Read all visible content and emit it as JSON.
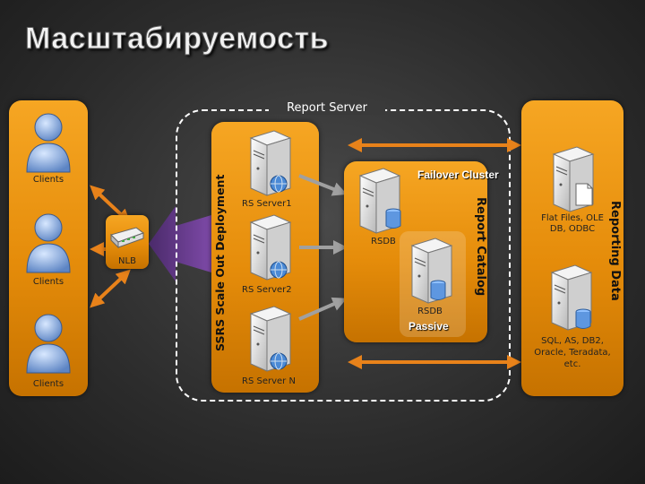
{
  "title": "Масштабируемость",
  "report_server_label": "Report Server",
  "clients": {
    "label_1": "Clients",
    "label_2": "Clients",
    "label_3": "Clients"
  },
  "nlb_label": "NLB",
  "ssrs_label": "SSRS Scale Out Deployment",
  "rs_servers": {
    "server_1": "RS Server1",
    "server_2": "RS Server2",
    "server_n": "RS Server N"
  },
  "catalog": {
    "title": "Report Catalog",
    "failover": "Failover Cluster",
    "rsdb_active": "RSDB",
    "rsdb_passive": "RSDB",
    "passive": "Passive"
  },
  "reporting_data": {
    "title": "Reporting Data",
    "flat_files": "Flat Files, OLE DB, ODBC",
    "sql_sources": "SQL, AS, DB2, Oracle, Teradata, etc."
  },
  "colors": {
    "panel_orange": "#f0a020",
    "dashed_border": "#ffffff",
    "arrow_orange": "#e8821a",
    "nlb_purple": "#6a3c8c"
  }
}
